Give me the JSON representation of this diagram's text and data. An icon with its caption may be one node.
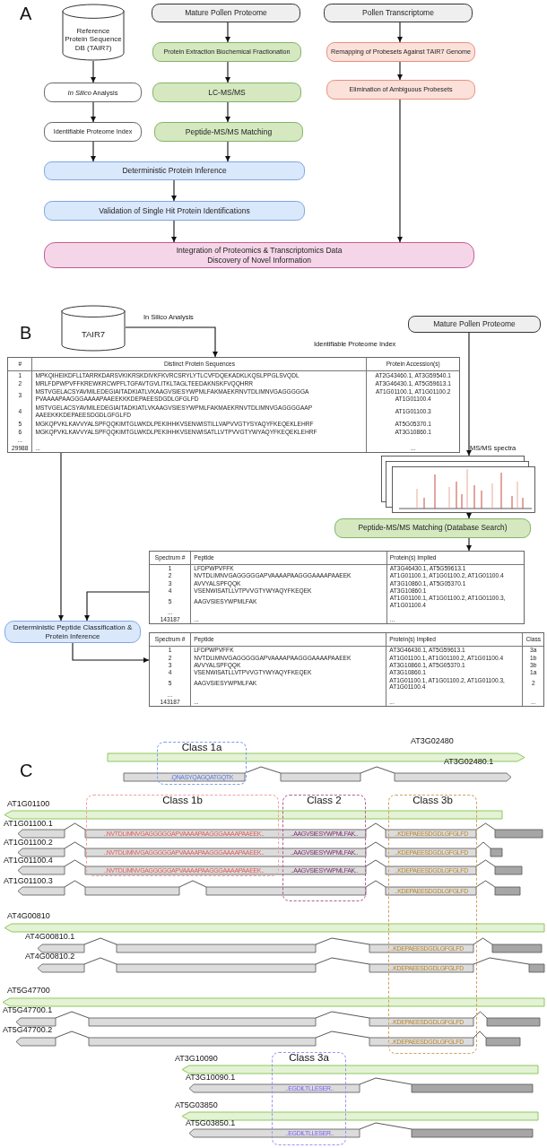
{
  "diagram": {
    "nodes": [
      {
        "text": [
          "Reference Protein Sequence DB (TAIR7)"
        ]
      },
      {
        "text": [
          "*In Silico* Analysis"
        ]
      },
      {
        "text": [
          "Identifiable Proteome Index"
        ]
      },
      {
        "text": [
          "Mature Pollen Proteome"
        ]
      },
      {
        "text": [
          "Protein Extraction Biochemical Fractionation"
        ]
      },
      {
        "text": [
          "LC-MS/MS"
        ]
      },
      {
        "text": [
          "Peptide-MS/MS Matching"
        ]
      },
      {
        "text": [
          "Pollen Transcriptome"
        ]
      },
      {
        "text": [
          "Remapping of Probesets Against TAIR7 Genome"
        ]
      },
      {
        "text": [
          "Elimination of Ambiguous Probesets"
        ]
      },
      {
        "text": [
          "Deterministic Protein Inference"
        ]
      },
      {
        "text": [
          "Validation of Single Hit Protein Identifications"
        ]
      },
      {
        "text": [
          "Integration of Proteomics & Transcriptomics Data",
          "Discovery of Novel Information"
        ]
      },
      {
        "text": [
          "TAIR7"
        ]
      },
      {
        "text": [],
        "shape": "box"
      },
      {
        "text": [
          "Mature Pollen Proteome"
        ]
      },
      {
        "text": [],
        "shape": "picture"
      },
      {
        "text": [
          "Peptide-MS/MS Matching (Database Search)"
        ]
      },
      {
        "text": [],
        "shape": "box"
      },
      {
        "text": [
          "Deterministic Peptide Classification & Protein Inference"
        ]
      },
      {
        "text": [],
        "shape": "box"
      },
      {
        "text": [
          "Class 1a"
        ]
      },
      {
        "text": [
          "Class 1b"
        ]
      },
      {
        "text": [
          "Class 2"
        ]
      },
      {
        "text": [
          "Class 3b"
        ]
      },
      {
        "text": [
          "Class 3a"
        ]
      },
      {
        "text": [],
        "shape": "arrow",
        "beside": [
          "AT3G02480"
        ]
      },
      {
        "text": [],
        "shape": "arrow",
        "beside": [
          "AT1G01100"
        ]
      },
      {
        "text": [],
        "shape": "arrow",
        "beside": [
          "AT4G00810"
        ]
      },
      {
        "text": [],
        "shape": "arrow",
        "beside": [
          "AT5G47700"
        ]
      },
      {
        "text": [],
        "shape": "arrow",
        "beside": [
          "AT3G10090"
        ]
      },
      {
        "text": [],
        "shape": "arrow",
        "beside": [
          "AT5G03850"
        ]
      }
    ],
    "edges": [
      {
        "from": 0,
        "to": 1,
        "arrow": "to"
      },
      {
        "from": 1,
        "to": 2,
        "arrow": "to"
      },
      {
        "from": 2,
        "to": 10,
        "arrow": "to"
      },
      {
        "from": 3,
        "to": 4,
        "arrow": "to"
      },
      {
        "from": 4,
        "to": 5,
        "arrow": "to"
      },
      {
        "from": 5,
        "to": 6,
        "arrow": "to"
      },
      {
        "from": 6,
        "to": 10,
        "arrow": "to"
      },
      {
        "from": 7,
        "to": 8,
        "arrow": "to"
      },
      {
        "from": 8,
        "to": 9,
        "arrow": "to"
      },
      {
        "from": 9,
        "to": 12,
        "arrow": "to"
      },
      {
        "from": 10,
        "to": 11,
        "arrow": "to"
      },
      {
        "from": 11,
        "to": 12,
        "arrow": "to"
      },
      {
        "from": 13,
        "to": 14,
        "arrow": "to",
        "label": "In Silico Analysis"
      },
      {
        "from": 15,
        "to": 16,
        "arrow": "to"
      },
      {
        "from": 16,
        "to": 17,
        "arrow": "to"
      },
      {
        "from": 17,
        "to": 18,
        "arrow": "to"
      },
      {
        "from": 14,
        "to": 19,
        "arrow": "to"
      },
      {
        "from": 18,
        "to": 19,
        "arrow": "to"
      },
      {
        "from": 19,
        "to": 20,
        "arrow": "to"
      }
    ],
    "labels": [
      "A",
      "B",
      "Identifiable Proteome Index",
      "#",
      "Distinct Protein Sequences",
      "Protein Accession(s)",
      "1",
      "MPKQIHEIKDFLLTARRKDARSVKIKRSKDIVKFKVRCSRYLYTLCVFDQEKADKLKQSLPPGLSVQDL",
      "AT2G43460.1, AT3G59540.1",
      "2",
      "MRLFDPWPVFFKREWKRCWPFLTGFAVTGVLITKLTAGLTEEDAKNSKFVQQHRR",
      "AT3G46430.1, AT5G59613.1",
      "3",
      "MSTVGELACSYAVMILEDEGIAITADKIATLVKAAGVSIESYWPMLFAKMAEKRNVTDLIMNVGAGGGGGA PVAAAAPAAGGGAAAAPAAEEKKKDEPAEESDGDLGFGLFD",
      "AT1G01100.1, AT1G01100.2 AT1G01100.4",
      "4",
      "MSTVGELACSYAVMILEDEGIAITADKIATLVKAAGVSIESYWPMLFAKMAEKRNVTDLIMNVGAGGGGAAP AAEEKKKDEPAEESDGDLGFGLFD",
      "AT1G01100.3",
      "5",
      "MGKQPVKLKAVVYALSPFQQKIMTGLWKDLPEKIHHKVSENWISTILLVAPVVGTYSYAQYFKEQEKLEHRF",
      "AT5G05370.1",
      "6",
      "MGKQPVKLKAVVYALSPFQQKIMTGLWKDLPEKIHHKVSENWISATLLVTPVVGTYWYAQYFKEQEKLEHRF",
      "AT3G10860.1",
      "...",
      "29988",
      "...",
      "...",
      "MS/MS spectra",
      "Spectrum #",
      "Peptide",
      "Protein(s) Implied",
      "1",
      "LFDPWPVFFK",
      "AT3G46430.1, AT5G59613.1",
      "2",
      "NVTDLIMNVGAGGGGGAPVAAAAPAAGGGAAAAPAAEEK",
      "AT1G01100.1, AT1G01100.2, AT1G01100.4",
      "3",
      "AVVYALSPFQQK",
      "AT3G10860.1, AT5G05370.1",
      "4",
      "VSENWISATLLVTPVVGTYWYAQYFKEQEK",
      "AT3G10860.1",
      "5",
      "AAGVSIESYWPMLFAK",
      "AT1G01100.1, AT1G01100.2, AT1G01100.3, AT1G01100.4",
      "...",
      "143187",
      "...",
      "...",
      "Spectrum #",
      "Peptide",
      "Protein(s) Implied",
      "Class",
      "1",
      "LFDPWPVFFK",
      "AT3G46430.1, AT5G59613.1",
      "3a",
      "2",
      "NVTDLIMNVGAGGGGGAPVAAAAPAAGGGAAAAPAAEEK",
      "AT1G01100.1, AT1G01100.2, AT1G01100.4",
      "1b",
      "3",
      "AVVYALSPFQQK",
      "AT3G10860.1, AT5G05370.1",
      "3b",
      "4",
      "VSENWISATLLVTPVVGTYWYAQYFKEQEK",
      "AT3G10860.1",
      "1a",
      "5",
      "AAGVSIESYWPMLFAK",
      "AT1G01100.1, AT1G01100.2, AT1G01100.3, AT1G01100.4",
      "2",
      "...",
      "143187",
      "...",
      "...",
      "...",
      "C",
      "AT3G02480.1",
      ".QNASYQAGQATGQTK",
      "AT1G01100.1",
      "..NVTDLIMNVGAGGGGGAPVAAAAPAAGGGAAAAPAAEEK..",
      "..AAGVSIESYWPMLFAK..",
      "..KDEPAEESDGDLGFGLFD",
      "AT1G01100.2",
      "..NVTDLIMNVGAGGGGGAPVAAAAPAAGGGAAAAPAAEEK..",
      "..AAGVSIESYWPMLFAK..",
      "..KDEPAEESDGDLGFGLFD",
      "AT1G01100.4",
      "..NVTDLIMNVGAGGGGGAPVAAAAPAAGGGAAAAPAAEEK..",
      "..AAGVSIESYWPMLFAK..",
      "..KDEPAEESDGDLGFGLFD",
      "AT1G01100.3",
      "..KDEPAEESDGDLGFGLFD",
      "AT4G00810.1",
      "..KDEPAEESDGDLGFGLFD",
      "AT4G00810.2",
      "..KDEPAEESDGDLGFGLFD",
      "AT5G47700.1",
      "..KDEPAEESDGDLGFGLFD",
      "AT5G47700.2",
      "..KDEPAEESDGDLGFGLFD",
      "AT3G10090.1",
      "..EGDILTLLESER..",
      "AT5G03850.1",
      "..EGDILTLLESER.."
    ]
  }
}
